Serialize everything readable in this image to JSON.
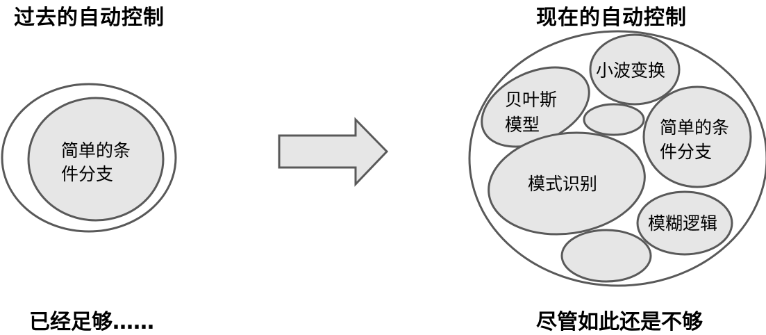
{
  "left": {
    "title": "过去的自动控制",
    "caption": "已经足够……",
    "inner_label_line1": "简单的条",
    "inner_label_line2": "件分支"
  },
  "right": {
    "title": "现在的自动控制",
    "caption": "尽管如此还是不够",
    "ellipses": {
      "wavelet": "小波变换",
      "bayes_line1": "贝叶斯",
      "bayes_line2": "模型",
      "simple_line1": "简单的条",
      "simple_line2": "件分支",
      "pattern": "模式识别",
      "fuzzy": "模糊逻辑"
    }
  },
  "colors": {
    "stroke": "#595959",
    "fill": "#e6e6e6",
    "background": "#ffffff",
    "text": "#000000"
  }
}
